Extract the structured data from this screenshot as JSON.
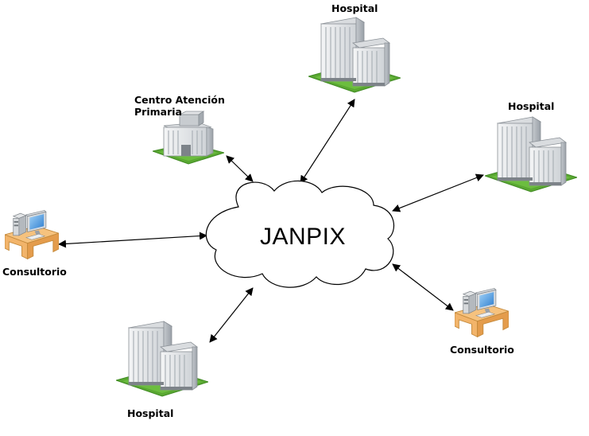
{
  "center": {
    "label": "JANPIX"
  },
  "nodes": {
    "hospital_top": {
      "label": "Hospital",
      "icon": "hospital-building-icon"
    },
    "hospital_right": {
      "label": "Hospital",
      "icon": "hospital-building-icon"
    },
    "hospital_bottom": {
      "label": "Hospital",
      "icon": "hospital-building-icon"
    },
    "primary_care": {
      "label": "Centro Atención\nPrimaria",
      "icon": "clinic-building-icon"
    },
    "consultorio_left": {
      "label": "Consultorio",
      "icon": "workstation-desk-icon"
    },
    "consultorio_right": {
      "label": "Consultorio",
      "icon": "workstation-desk-icon"
    }
  },
  "connections": [
    {
      "from": "JANPIX",
      "to": "Hospital",
      "type": "bidirectional"
    },
    {
      "from": "JANPIX",
      "to": "Hospital",
      "type": "bidirectional"
    },
    {
      "from": "JANPIX",
      "to": "Hospital",
      "type": "bidirectional"
    },
    {
      "from": "JANPIX",
      "to": "Centro Atención Primaria",
      "type": "bidirectional"
    },
    {
      "from": "JANPIX",
      "to": "Consultorio",
      "type": "bidirectional"
    },
    {
      "from": "JANPIX",
      "to": "Consultorio",
      "type": "bidirectional"
    }
  ],
  "colors": {
    "building_front": "#e6e8ea",
    "building_side": "#b9bec4",
    "building_roof": "#d3d6da",
    "grass": "#5aa832",
    "desk": "#f6c27e",
    "monitor_screen": "#4d9be0"
  }
}
